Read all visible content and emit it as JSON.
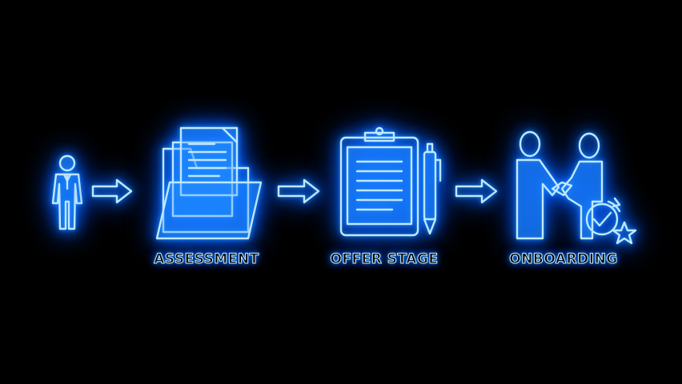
{
  "theme": {
    "glow_color": "#1e90ff",
    "line_color": "#bfe8ff",
    "background": "#000000"
  },
  "steps": [
    {
      "icon": "person-icon",
      "label": ""
    },
    {
      "icon": "folder-documents-icon",
      "label": "ASSESSMENT"
    },
    {
      "icon": "clipboard-pen-icon",
      "label": "OFFER STAGE"
    },
    {
      "icon": "handshake-icon",
      "label": "ONBOARDING"
    }
  ],
  "arrows": [
    "arrow-right-icon",
    "arrow-right-icon",
    "arrow-right-icon"
  ]
}
